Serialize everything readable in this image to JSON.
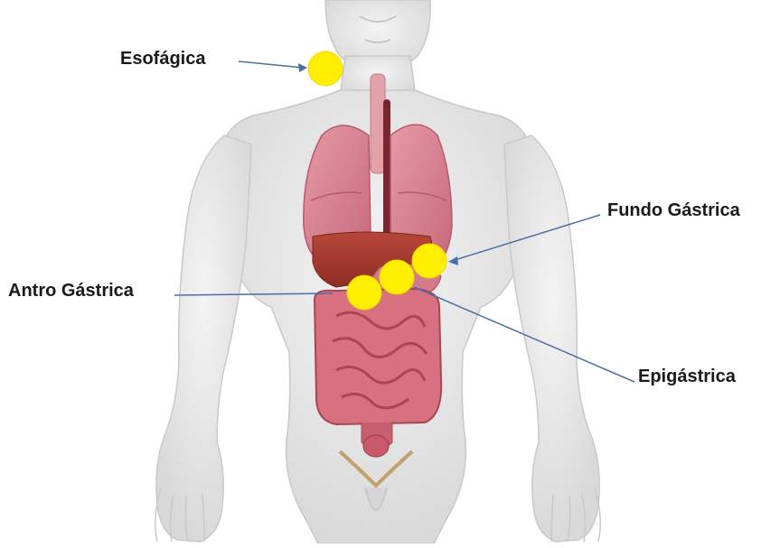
{
  "labels": {
    "esofagica": "Esofágica",
    "fundo_gastrica": "Fundo Gástrica",
    "antro_gastrica": "Antro Gástrica",
    "epigastrica": "Epigástrica"
  },
  "colors": {
    "marker": "#ffee00",
    "pointer_line": "#4a6fa5",
    "body": "#e9e9e9",
    "organs": "#c9566a"
  }
}
